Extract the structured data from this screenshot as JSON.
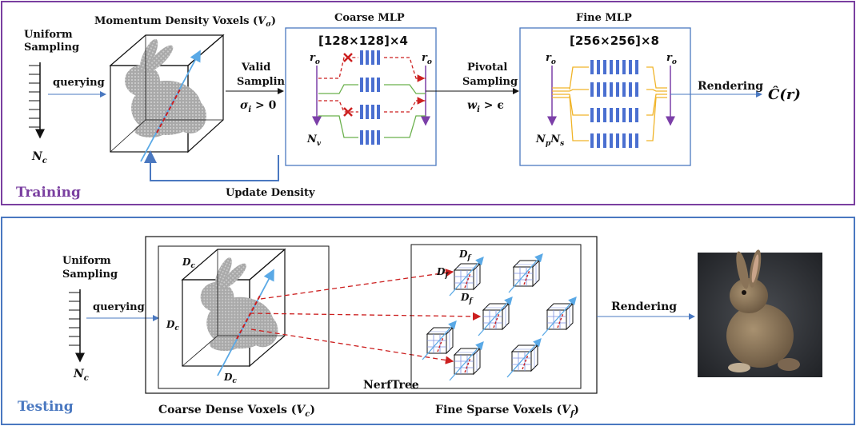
{
  "training": {
    "section_label": "Training",
    "uniform_sampling": [
      "Uniform",
      "Sampling"
    ],
    "querying": "querying",
    "nc": "N",
    "nc_sub": "c",
    "momentum_title": "Momentum Density Voxels (",
    "momentum_title_var": "V",
    "momentum_title_sub": "σ",
    "momentum_title_end": ")",
    "valid_sampling": [
      "Valid",
      "Sampling"
    ],
    "valid_cond": "σ",
    "valid_cond_sub": "i",
    "valid_cond_rest": " > 0",
    "coarse_mlp_title": "Coarse MLP",
    "coarse_mlp_dims": "[128×128]×4",
    "ro_left": "r",
    "ro_sub": "o",
    "ro_right": "r",
    "nv": "N",
    "nv_sub": "v",
    "pivotal_sampling": [
      "Pivotal",
      "Sampling"
    ],
    "pivotal_cond": "w",
    "pivotal_cond_sub": "i",
    "pivotal_cond_rest": " > ϵ",
    "fine_mlp_title": "Fine MLP",
    "fine_mlp_dims": "[256×256]×8",
    "npns": "N",
    "npns_sub1": "p",
    "npns_mid": "N",
    "npns_sub2": "s",
    "rendering": "Rendering",
    "output": "Ĉ(r)",
    "update_density": "Update Density"
  },
  "testing": {
    "section_label": "Testing",
    "uniform_sampling": [
      "Uniform",
      "Sampling"
    ],
    "querying": "querying",
    "nc": "N",
    "nc_sub": "c",
    "dc": "D",
    "dc_sub": "c",
    "df": "D",
    "df_sub": "f",
    "nerftree": "NerfTree",
    "rendering": "Rendering",
    "coarse_dense": "Coarse Dense Voxels  (",
    "coarse_dense_var": "V",
    "coarse_dense_sub": "c",
    "coarse_dense_end": ")",
    "fine_sparse": "Fine Sparse Voxels (",
    "fine_sparse_var": "V",
    "fine_sparse_sub": "f",
    "fine_sparse_end": ")"
  },
  "colors": {
    "training_border": "#7a3fa0",
    "testing_border": "#4a78c0",
    "mlp_bar": "#4a6fd0",
    "red_dash": "#cc1f1f",
    "green": "#6ab04c",
    "yellow": "#f0b429",
    "purple_axis": "#7b3fa8",
    "light_blue": "#5aa9e6"
  },
  "icons": {
    "bunny_training": "bunny-voxel-icon",
    "bunny_testing": "bunny-voxel-icon",
    "rabbit_photo": "rabbit-photo-icon",
    "cross": "cross-icon"
  }
}
